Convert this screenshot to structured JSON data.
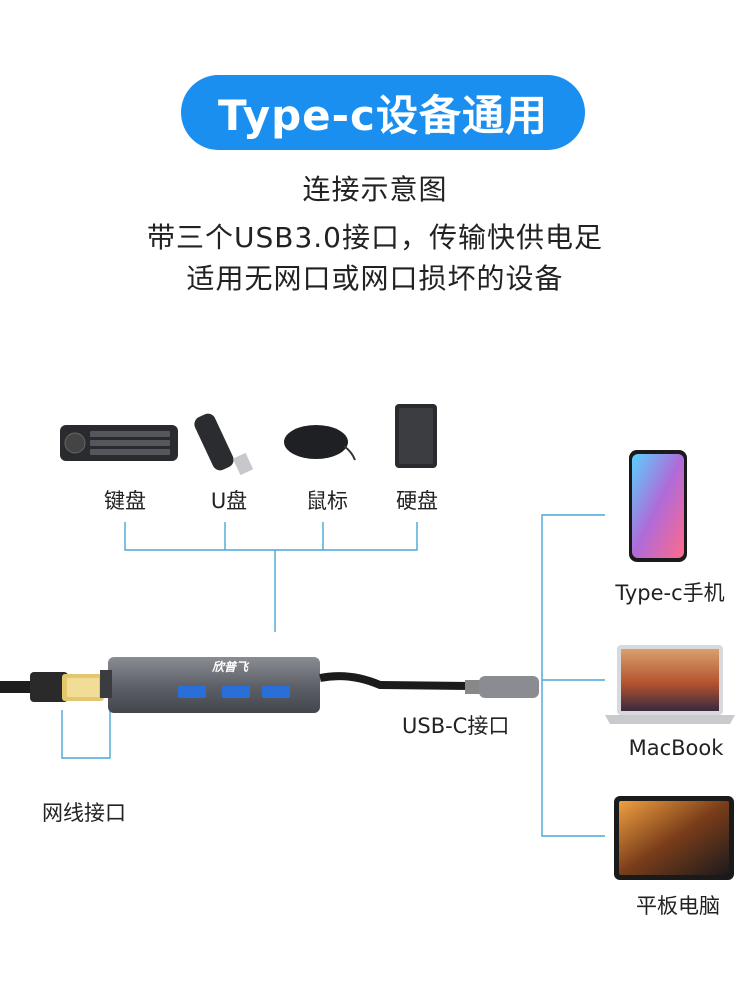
{
  "header": {
    "title": "Type-c设备通用",
    "subtitle": "连接示意图",
    "line1": "带三个USB3.0接口，传输快供电足",
    "line2": "适用无网口或网口损坏的设备"
  },
  "peripherals": [
    {
      "label": "键盘",
      "icon": "keyboard-icon"
    },
    {
      "label": "U盘",
      "icon": "usb-drive-icon"
    },
    {
      "label": "鼠标",
      "icon": "mouse-icon"
    },
    {
      "label": "硬盘",
      "icon": "hard-disk-icon"
    }
  ],
  "hub": {
    "brand": "欣普飞",
    "port_label": "USB-C接口"
  },
  "ethernet": {
    "label": "网线接口"
  },
  "devices": [
    {
      "label": "Type-c手机",
      "icon": "phone-icon"
    },
    {
      "label": "MacBook",
      "icon": "laptop-icon"
    },
    {
      "label": "平板电脑",
      "icon": "tablet-icon"
    }
  ],
  "colors": {
    "accent": "#1a8ff0",
    "line": "#4aa6d8",
    "hub": "#6b6e75"
  }
}
